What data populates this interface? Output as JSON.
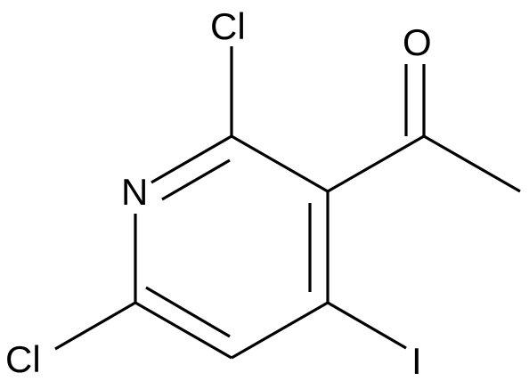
{
  "structure": {
    "atoms": {
      "nitrogen": "N",
      "oxygen": "O",
      "chlorine_top": "Cl",
      "chlorine_bottom": "Cl",
      "iodine": "I"
    },
    "colors": {
      "background": "#ffffff",
      "ink": "#000000"
    }
  }
}
